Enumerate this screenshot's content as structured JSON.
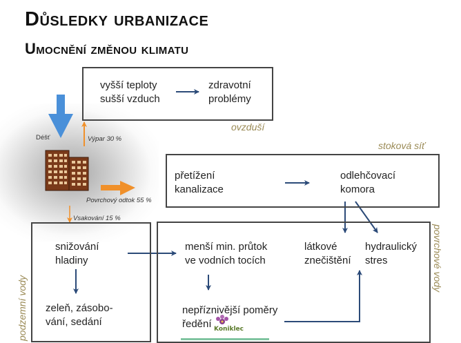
{
  "header": {
    "title": "Důsledky urbanizace",
    "subtitle": "Umocnění změnou klimatu"
  },
  "city": {
    "rain_label": "Déšť",
    "evaporation_label": "Výpar 30 %",
    "runoff_label": "Povrchový odtok 55 %",
    "infiltration_label": "Vsakování 15 %"
  },
  "air_box": {
    "left_text": "vyšší teploty\nsušší vzduch",
    "right_text": "zdravotní\nproblémy",
    "tag": "ovzduší"
  },
  "sewer_box": {
    "tag": "stoková síť",
    "left_text": "přetížení\nkanalizace",
    "right_text": "odlehčovací\nkomora"
  },
  "ground_box": {
    "top_text": "snižování\nhladiny",
    "bottom_text": "zeleň, zásobo-\nvání, sedání",
    "side_tag": "podzemní vody"
  },
  "surface_box": {
    "flow_text": "menší min. průtok\nve vodních tocích",
    "pollution_text": "látkové\nznečištění",
    "hydraulic_text": "hydraulický\nstres",
    "dilution_text": "nepříznivější poměry\nředění",
    "side_tag": "povrchové vody"
  },
  "logo": {
    "text": "Koniklec"
  },
  "colors": {
    "arrow_dark": "#2b4a78",
    "arrow_orange": "#f0902a",
    "rain_blue": "#4a90d9",
    "building": "#7a3a1a",
    "tag_color": "#9a8a55"
  }
}
